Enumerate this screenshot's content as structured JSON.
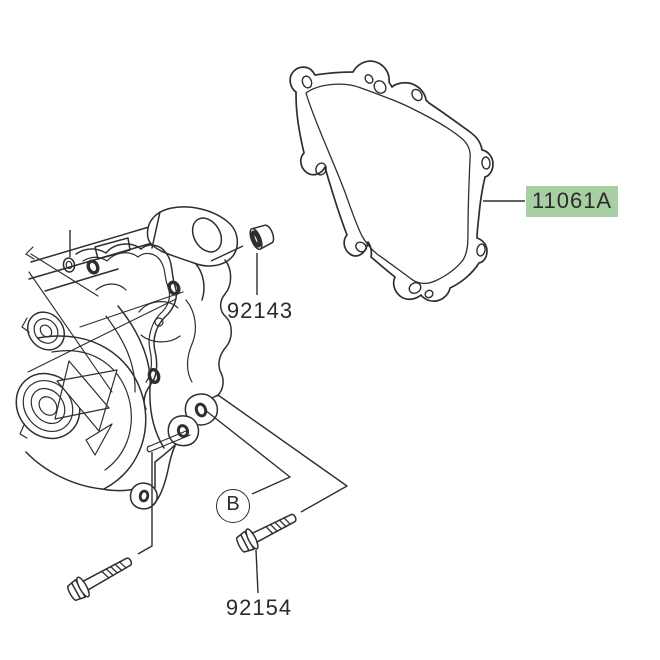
{
  "page": {
    "background_color": "#ffffff",
    "line_color": "#2e2e2e",
    "text_color": "#2b2b2b"
  },
  "diagram": {
    "type": "parts-diagram",
    "subject": "engine-cover-gasket-exploded-view",
    "highlight_color": "#a8cfa3",
    "assembly_marker": {
      "label": "B"
    },
    "labels": {
      "gasket": "11061A",
      "dowel_pin": "92143",
      "bolt": "92154"
    },
    "parts": [
      {
        "part_number": "11061A",
        "component": "gasket",
        "highlighted": true
      },
      {
        "part_number": "92143",
        "component": "dowel-pin",
        "highlighted": false
      },
      {
        "part_number": "92154",
        "component": "flanged-hex-bolt",
        "highlighted": false
      }
    ]
  }
}
